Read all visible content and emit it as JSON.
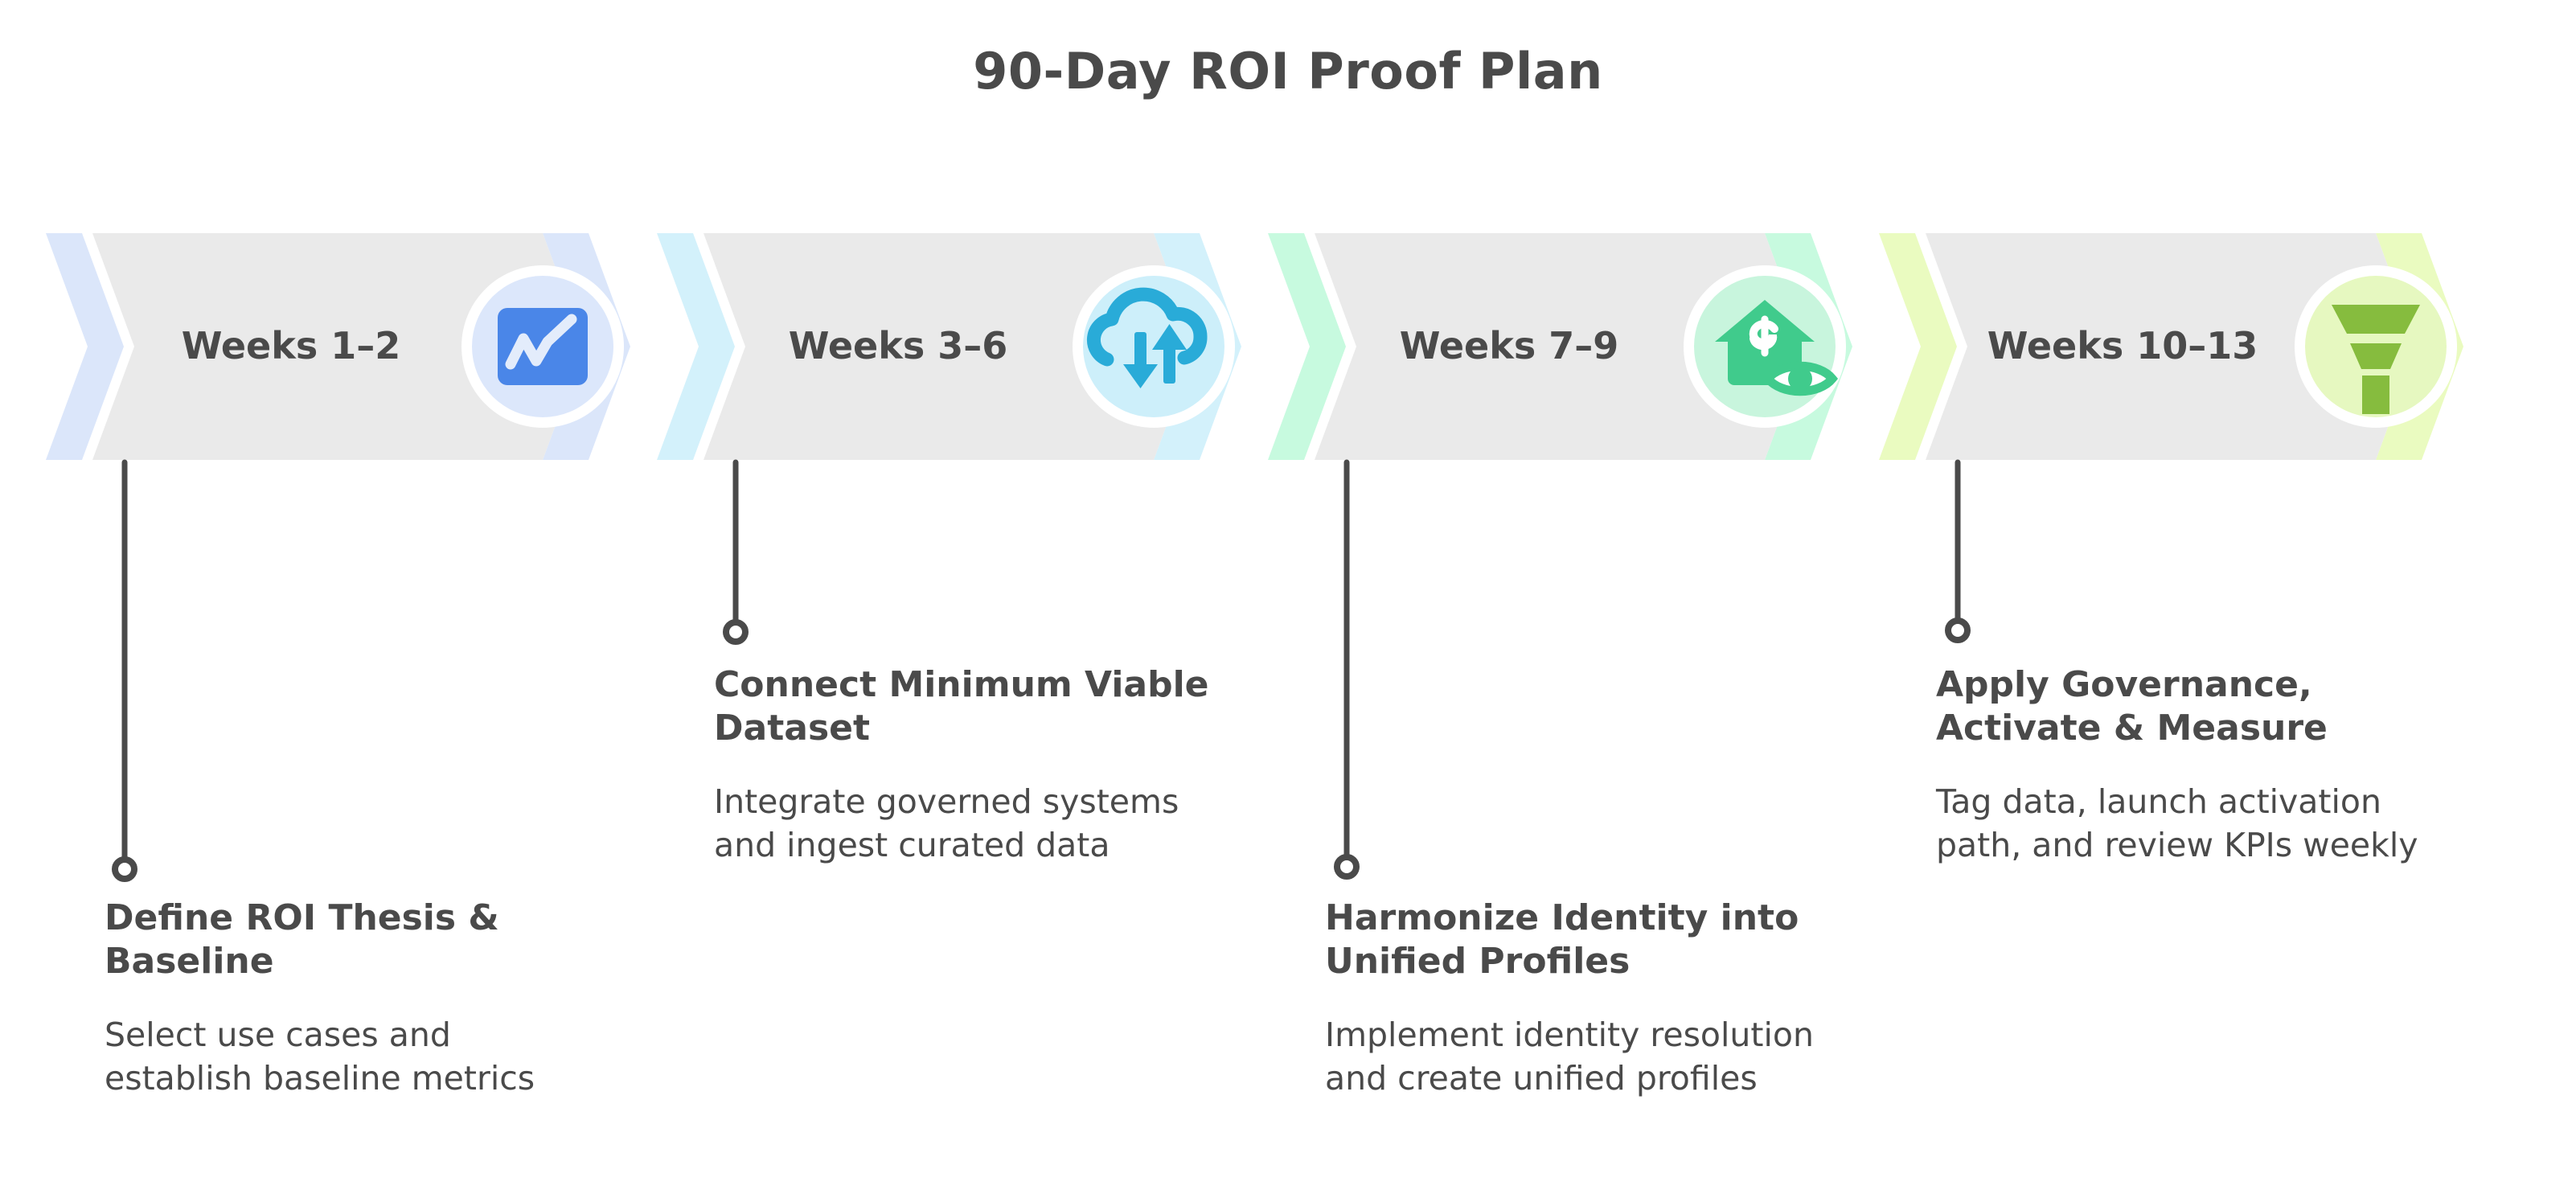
{
  "title": "90-Day ROI Proof Plan",
  "theme": {
    "background": "#ffffff",
    "text": "#4a4a4a",
    "chevron_body": "#eaeaea",
    "connector": "#4a4a4a"
  },
  "stages": [
    {
      "period": "Weeks 1–2",
      "heading": "Define ROI Thesis & Baseline",
      "description": "Select use cases and establish baseline metrics",
      "icon": "line-chart-icon",
      "accent": "#dbe6fa",
      "circle_fill": "#dce7fb",
      "icon_color": "#4a86e8"
    },
    {
      "period": "Weeks 3–6",
      "heading": "Connect Minimum Viable Dataset",
      "description": "Integrate governed systems and ingest curated data",
      "icon": "cloud-sync-icon",
      "accent": "#d3f1fb",
      "circle_fill": "#cdeffa",
      "icon_color": "#29abd8"
    },
    {
      "period": "Weeks 7–9",
      "heading": "Harmonize Identity into Unified Profiles",
      "description": "Implement identity resolution and create unified profiles",
      "icon": "house-dollar-eye-icon",
      "accent": "#c7fadf",
      "circle_fill": "#c8f5dd",
      "icon_color": "#40cb8c"
    },
    {
      "period": "Weeks 10–13",
      "heading": "Apply Governance, Activate & Measure",
      "description": "Tag data, launch activation path, and review KPIs weekly",
      "icon": "funnel-icon",
      "accent": "#eafbc0",
      "circle_fill": "#e6f8c0",
      "icon_color": "#86bc3e"
    }
  ]
}
